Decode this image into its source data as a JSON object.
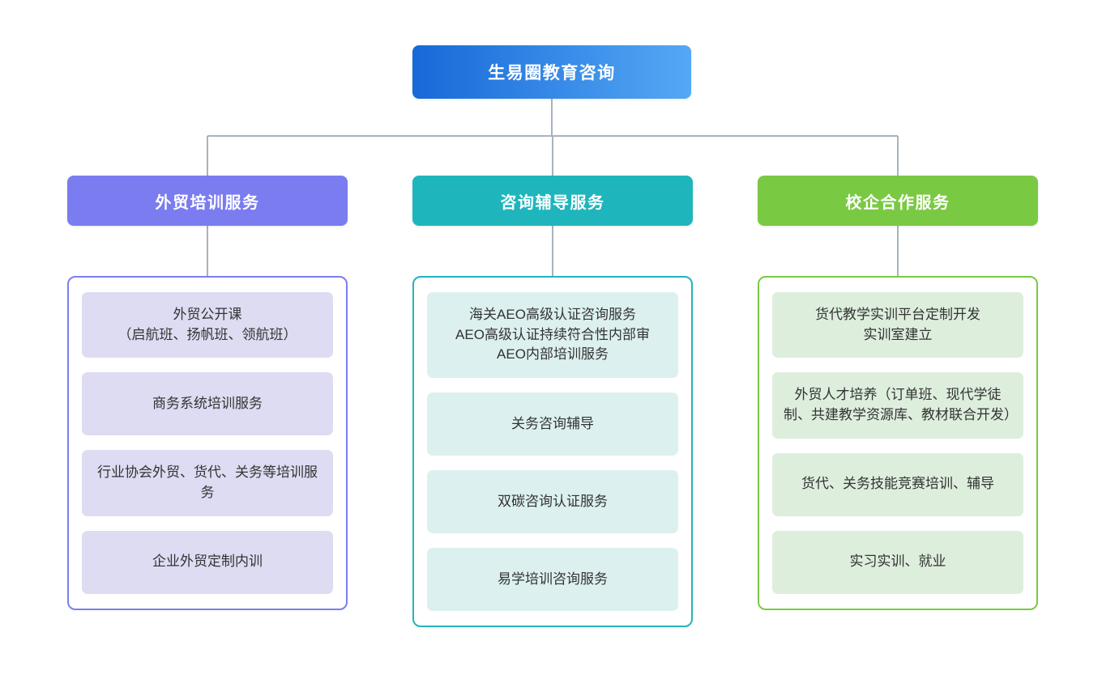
{
  "title": "生易圈教育咨询",
  "root": {
    "label": "生易圈教育咨询",
    "gradient_from": "#1769d8",
    "gradient_to": "#54a8f5",
    "text_color": "#ffffff"
  },
  "connector_color": "#a8b3bd",
  "columns": [
    {
      "id": "foreign-trade-training",
      "header_label": "外贸培训服务",
      "header_color": "#7a7cf0",
      "container_border_color": "#7b7ef0",
      "item_bg_color": "#dedcf2",
      "item_text_color": "#333333",
      "items": [
        {
          "label": "外贸公开课\n（启航班、扬帆班、领航班）"
        },
        {
          "label": "商务系统培训服务"
        },
        {
          "label": "行业协会外贸、货代、关务等培训服务"
        },
        {
          "label": "企业外贸定制内训"
        }
      ]
    },
    {
      "id": "consulting-tutoring",
      "header_label": "咨询辅导服务",
      "header_color": "#1fb5bd",
      "container_border_color": "#23b3bd",
      "item_bg_color": "#ddf0f0",
      "item_text_color": "#333333",
      "items": [
        {
          "label": "海关AEO高级认证咨询服务\nAEO高级认证持续符合性内部审\nAEO内部培训服务"
        },
        {
          "label": "关务咨询辅导"
        },
        {
          "label": "双碳咨询认证服务"
        },
        {
          "label": "易学培训咨询服务"
        }
      ]
    },
    {
      "id": "school-enterprise-cooperation",
      "header_label": "校企合作服务",
      "header_color": "#7ac943",
      "container_border_color": "#7ac943",
      "item_bg_color": "#ddeedd",
      "item_text_color": "#333333",
      "items": [
        {
          "label": "货代教学实训平台定制开发\n实训室建立"
        },
        {
          "label": "外贸人才培养（订单班、现代学徒制、共建教学资源库、教材联合开发）"
        },
        {
          "label": "货代、关务技能竞赛培训、辅导"
        },
        {
          "label": "实习实训、就业"
        }
      ]
    }
  ]
}
